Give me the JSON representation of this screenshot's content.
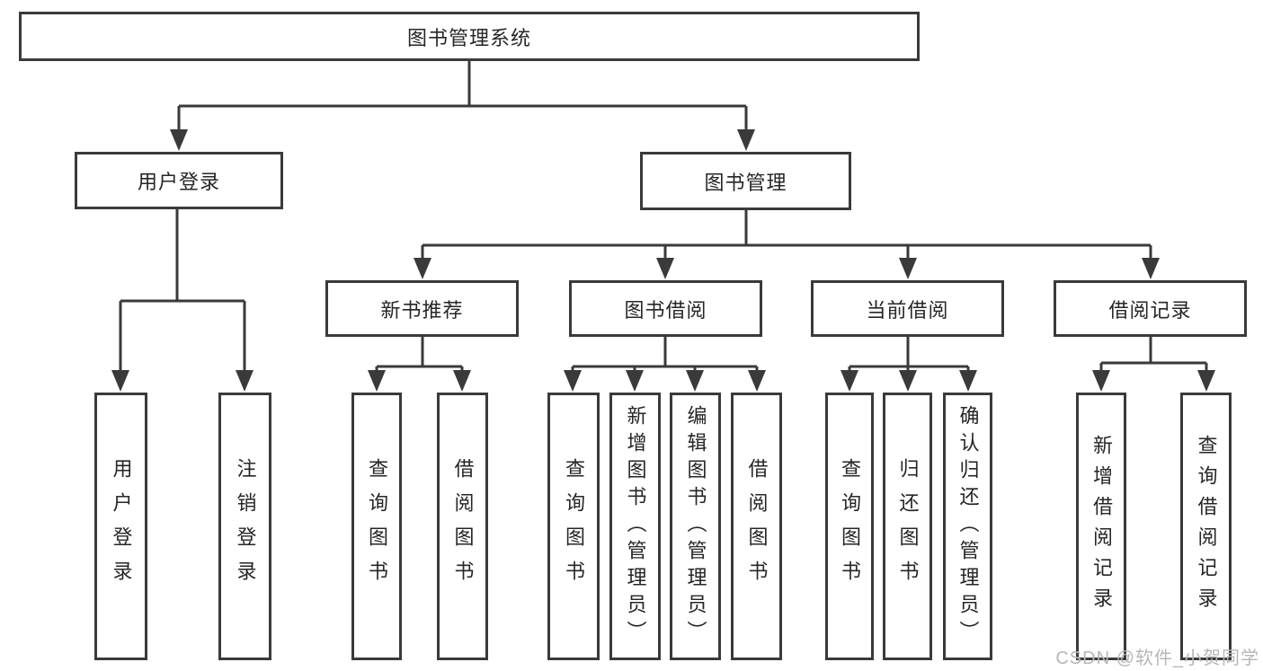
{
  "diagram": {
    "type": "hierarchy-tree",
    "watermark": "CSDN @软件_小贺同学",
    "colors": {
      "line": "#3a3a3a",
      "border": "#3a3a3a",
      "text": "#262626",
      "watermark": "#b6b6b6",
      "background": "#ffffff"
    },
    "tree": {
      "root": {
        "label": "图书管理系统",
        "children": {
          "user_login": {
            "label": "用户登录",
            "children": {
              "login": {
                "label": "用户登录"
              },
              "logout": {
                "label": "注销登录"
              }
            }
          },
          "book_management": {
            "label": "图书管理",
            "children": {
              "new_book_recommend": {
                "label": "新书推荐",
                "children": {
                  "query_books": {
                    "label": "查询图书"
                  },
                  "borrow_books": {
                    "label": "借阅图书"
                  }
                }
              },
              "book_borrowing": {
                "label": "图书借阅",
                "children": {
                  "query_books": {
                    "label": "查询图书"
                  },
                  "add_books_admin": {
                    "label": "新增图书（管理员）"
                  },
                  "edit_books_admin": {
                    "label": "编辑图书（管理员）"
                  },
                  "borrow_books": {
                    "label": "借阅图书"
                  }
                }
              },
              "current_borrowing": {
                "label": "当前借阅",
                "children": {
                  "query_books": {
                    "label": "查询图书"
                  },
                  "return_books": {
                    "label": "归还图书"
                  },
                  "confirm_return_admin": {
                    "label": "确认归还（管理员）"
                  }
                }
              },
              "borrowing_records": {
                "label": "借阅记录",
                "children": {
                  "add_borrow_record": {
                    "label": "新增借阅记录"
                  },
                  "query_borrow_record": {
                    "label": "查询借阅记录"
                  }
                }
              }
            }
          }
        }
      }
    }
  }
}
